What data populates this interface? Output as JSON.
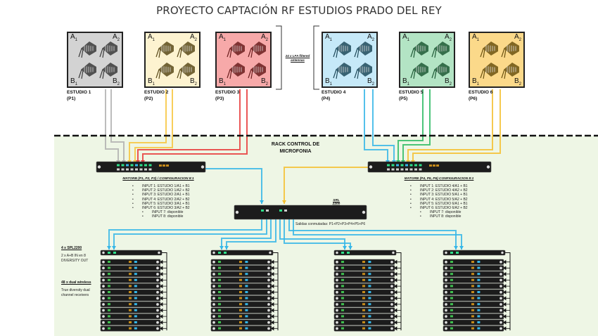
{
  "title": "PROYECTO CAPTACIÓN RF ESTUDIOS PRADO DEL REY",
  "studios": [
    {
      "name": "ESTUDIO 1",
      "code": "(P1)",
      "color": "#d3d3d3",
      "wire": "#b0b0b0",
      "antennas": [
        "A1",
        "A2",
        "B1",
        "B2"
      ]
    },
    {
      "name": "ESTUDIO 2",
      "code": "(P2)",
      "color": "#fdf3d0",
      "wire": "#f7c63d",
      "antennas": [
        "A1",
        "A2",
        "B1",
        "B2"
      ]
    },
    {
      "name": "ESTUDIO 3",
      "code": "(P3)",
      "color": "#f7a9a9",
      "wire": "#e83a3a",
      "antennas": [
        "A1",
        "A2",
        "B1",
        "B2"
      ]
    },
    {
      "name": "ESTUDIO 4",
      "code": "(P4)",
      "color": "#c6e9f8",
      "wire": "#35b6e8",
      "antennas": [
        "A1",
        "A2",
        "B1",
        "B2"
      ]
    },
    {
      "name": "ESTUDIO 5",
      "code": "(P5)",
      "color": "#b3e4c4",
      "wire": "#2dbb64",
      "antennas": [
        "A1",
        "A2",
        "B1",
        "B2"
      ]
    },
    {
      "name": "ESTUDIO 6",
      "code": "(P6)",
      "color": "#fbd98a",
      "wire": "#f5c030",
      "antennas": [
        "A1",
        "A2",
        "B1",
        "B2"
      ]
    }
  ],
  "antenna_note": "24 x LFA filtered antennas",
  "rack": {
    "title_line1": "RACK CONTROL DE",
    "title_line2": "MICROFONIA"
  },
  "matrix_left": {
    "label": "MATORB (P1, P2, P3) / CONFIGURACION 8:1",
    "inputs": [
      "INPUT 1: ESTUDIO 1/A1 + B1",
      "INPUT 2: ESTUDIO 1/A2 + B2",
      "INPUT 3: ESTUDIO 2/A1 + B1",
      "INPUT 4: ESTUDIO 2/A2 + B2",
      "INPUT 5: ESTUDIO 3/A1 + B1",
      "INPUT 6: ESTUDIO 3/A2 + B2"
    ],
    "spare": [
      "INPUT 7: disponible",
      "INPUT 8: disponible"
    ]
  },
  "matrix_right": {
    "label": "MATORB (P4, P5, P6) CONFIGURACION 8:1",
    "inputs": [
      "INPUT 1: ESTUDIO 4/A1 + B1",
      "INPUT 2: ESTUDIO 4/A2 + B2",
      "INPUT 3: ESTUDIO 5/A1 + B1",
      "INPUT 4: ESTUDIO 5/A2 + B2",
      "INPUT 5: ESTUDIO 6/A1 + B1",
      "INPUT 6: ESTUDIO 6/A2 + B2"
    ],
    "spare": [
      "INPUT 7: disponible",
      "INPUT 8: disponible"
    ]
  },
  "switch": {
    "label": "SRL 2200",
    "outputs_note": "Salidas conmutadas: P1+P2+P3+P4+P5+P6"
  },
  "splitters": {
    "heading": "4 x SPL2200",
    "desc_line1": "2 x A+B IN en 8",
    "desc_line2": "DIVERSITY OUT"
  },
  "receivers": {
    "heading": "48 x dual wireless",
    "desc_line1": "True diversity dual",
    "desc_line2": "channel receivers",
    "per_stack": 12
  },
  "colors": {
    "rf_link": "#35b6e8",
    "rack_bg": "#eef6e5"
  }
}
